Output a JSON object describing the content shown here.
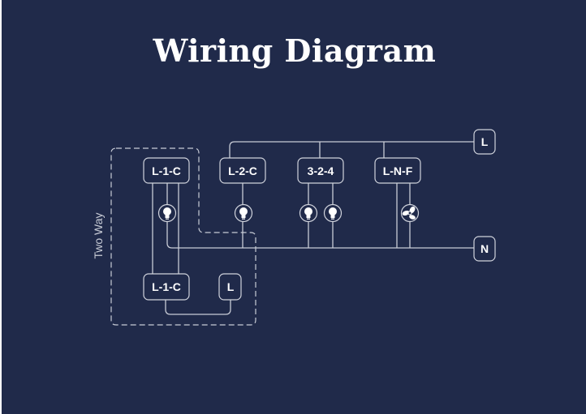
{
  "title": "Wiring Diagram",
  "group_label": "Two Way",
  "switches": {
    "two_way_top": "L-1-C",
    "two_way_bottom": "L-1-C",
    "l2c": "L-2-C",
    "three_two_four": "3-2-4",
    "lnf": "L-N-F",
    "two_way_live": "L"
  },
  "terminals": {
    "live": "L",
    "neutral": "N"
  },
  "icons": [
    "bulb-icon",
    "bulb-icon",
    "bulb-icon",
    "bulb-icon",
    "fan-icon"
  ]
}
